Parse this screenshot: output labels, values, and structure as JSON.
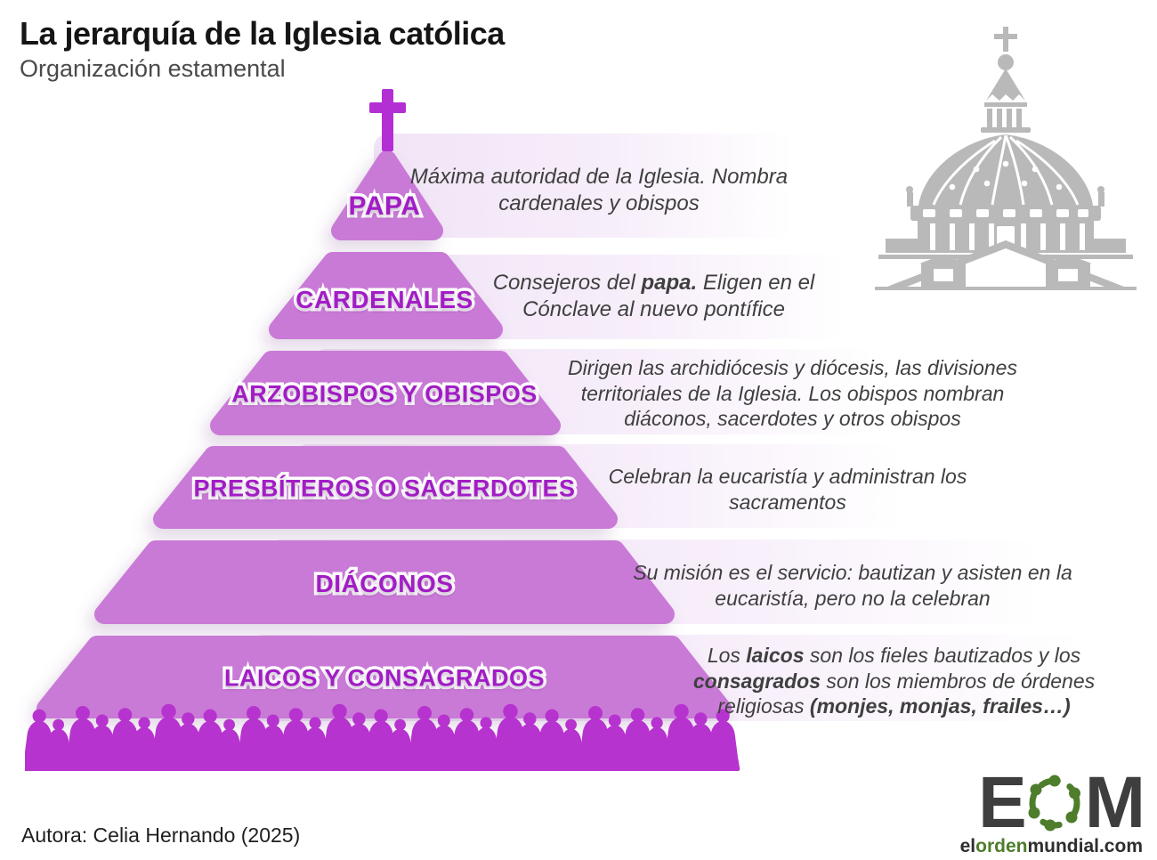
{
  "header": {
    "title": "La jerarquía de la Iglesia católica",
    "subtitle": "Organización estamental"
  },
  "tiers": [
    {
      "label": "PAPA",
      "description": [
        {
          "t": "Máxima autoridad de la Iglesia. Nombra cardenales y obispos",
          "b": false
        }
      ]
    },
    {
      "label": "CARDENALES",
      "description": [
        {
          "t": "Consejeros del ",
          "b": false
        },
        {
          "t": "papa.",
          "b": true
        },
        {
          "t": " Eligen en el Cónclave al nuevo pontífice",
          "b": false
        }
      ]
    },
    {
      "label": "ARZOBISPOS Y OBISPOS",
      "description": [
        {
          "t": "Dirigen las archidiócesis y diócesis, las divisiones territoriales de la Iglesia. Los obispos nombran diáconos, sacerdotes y otros obispos",
          "b": false
        }
      ]
    },
    {
      "label": "PRESBÍTEROS O SACERDOTES",
      "description": [
        {
          "t": "Celebran la eucaristía y administran los sacramentos",
          "b": false
        }
      ]
    },
    {
      "label": "DIÁCONOS",
      "description": [
        {
          "t": "Su misión es el servicio: bautizan y asisten en la eucaristía, pero no la celebran",
          "b": false
        }
      ]
    },
    {
      "label": "LAICOS Y CONSAGRADOS",
      "description": [
        {
          "t": "Los ",
          "b": false
        },
        {
          "t": "laicos",
          "b": true
        },
        {
          "t": " son los fieles bautizados y los ",
          "b": false
        },
        {
          "t": "consagrados",
          "b": true
        },
        {
          "t": " son los miembros de órdenes religiosas ",
          "b": false
        },
        {
          "t": "(monjes, monjas, frailes…)",
          "b": true
        }
      ]
    }
  ],
  "footer": {
    "credit": "Autora: Celia Hernando (2025)"
  },
  "logo": {
    "letter_e": "E",
    "letter_m": "M",
    "url_segments": [
      {
        "t": "el"
      },
      {
        "t": "orden",
        "c": "green"
      },
      {
        "t": "mundial.com"
      }
    ]
  },
  "icons": {
    "cross": "latin-cross",
    "dome": "st-peters-basilica-dome",
    "crowd": "crowd-of-robed-figures",
    "logo_o": "green-dashed-circle-with-dots"
  },
  "colors": {
    "tier_fill": "#c97ad6",
    "accent_magenta": "#b733cf",
    "label_purple": "#a21cc5",
    "band_lavender": "#f1e4f6",
    "logo_green": "#4e7d2b",
    "text_dark": "#3f3f3f"
  }
}
